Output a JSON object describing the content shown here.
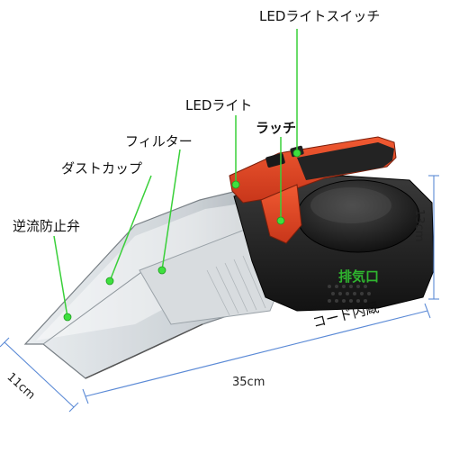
{
  "labels": {
    "led_switch": "LEDライトスイッチ",
    "led_light": "LEDライト",
    "latch": "ラッチ",
    "filter": "フィルター",
    "dust_cup": "ダストカップ",
    "check_valve": "逆流防止弁",
    "exhaust": "排気口",
    "cord_storage": "コード内蔵"
  },
  "dimensions": {
    "height": "13cm",
    "length": "35cm",
    "width": "11cm"
  },
  "colors": {
    "leader_line": "#39d039",
    "callout_dot": "#3fe03f",
    "exhaust_label": "#2fb52f",
    "body_orange": "#e8431f",
    "body_dark": "#1e1e1e",
    "dimension_line": "#5b8ad6"
  }
}
